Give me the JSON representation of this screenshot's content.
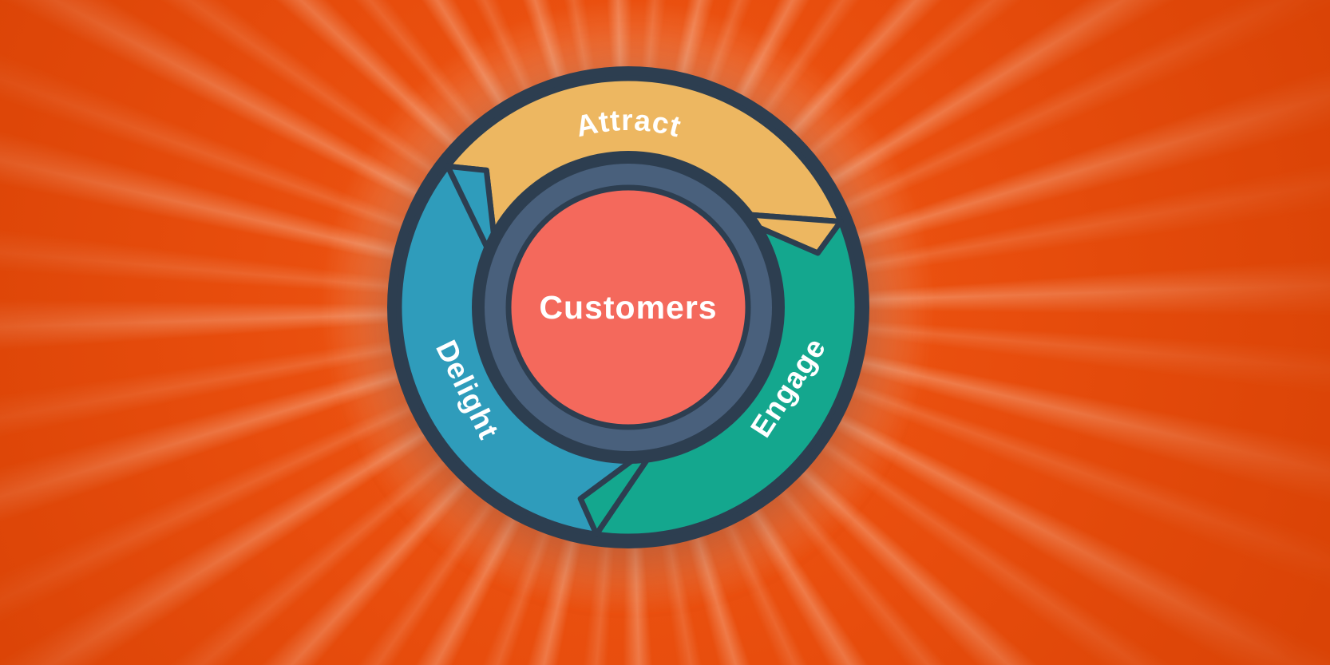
{
  "flywheel": {
    "center_label": "Customers",
    "segments": [
      {
        "label": "Attract",
        "color": "#edb761"
      },
      {
        "label": "Engage",
        "color": "#14a78e"
      },
      {
        "label": "Delight",
        "color": "#2f9cbb"
      }
    ],
    "colors": {
      "background_orange": "#e84d0d",
      "outline_navy": "#2d3e50",
      "inner_ring_slate": "#49607c",
      "center_coral": "#f4695c",
      "label_text": "#ffffff"
    }
  }
}
